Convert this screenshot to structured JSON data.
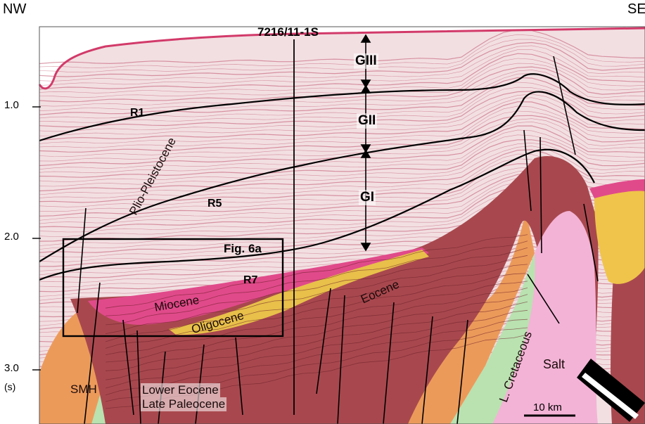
{
  "orientation": {
    "left": "NW",
    "right": "SE"
  },
  "well": {
    "name": "7216/11-1S"
  },
  "time_axis": {
    "ticks": [
      "1.0",
      "2.0",
      "3.0"
    ],
    "unit": "(s)"
  },
  "horizons": [
    "R1",
    "R5",
    "R7"
  ],
  "units": [
    "GIII",
    "GII",
    "GI"
  ],
  "inset": {
    "label": "Fig. 6a"
  },
  "stratigraphy": {
    "plio_pleistocene": "Plio-Pleistocene",
    "miocene": "Miocene",
    "oligocene": "Oligocene",
    "eocene": "Eocene",
    "lower_eocene": "Lower Eocene",
    "late_paleocene": "Late Paleocene",
    "cretaceous": "L. Cretaceous",
    "salt": "Salt",
    "smh": "SMH"
  },
  "scale_bar": {
    "label": "10 km"
  },
  "colors": {
    "seismic_bg": "#f2dfe2",
    "reflector": "#c0506a",
    "eocene": "#a8484e",
    "miocene": "#e04a8a",
    "oligocene": "#e8c04a",
    "orange": "#ec9a5a",
    "green": "#b9e2b0",
    "salt": "#f3b3d6",
    "yellow_fill": "#f0c44a"
  }
}
